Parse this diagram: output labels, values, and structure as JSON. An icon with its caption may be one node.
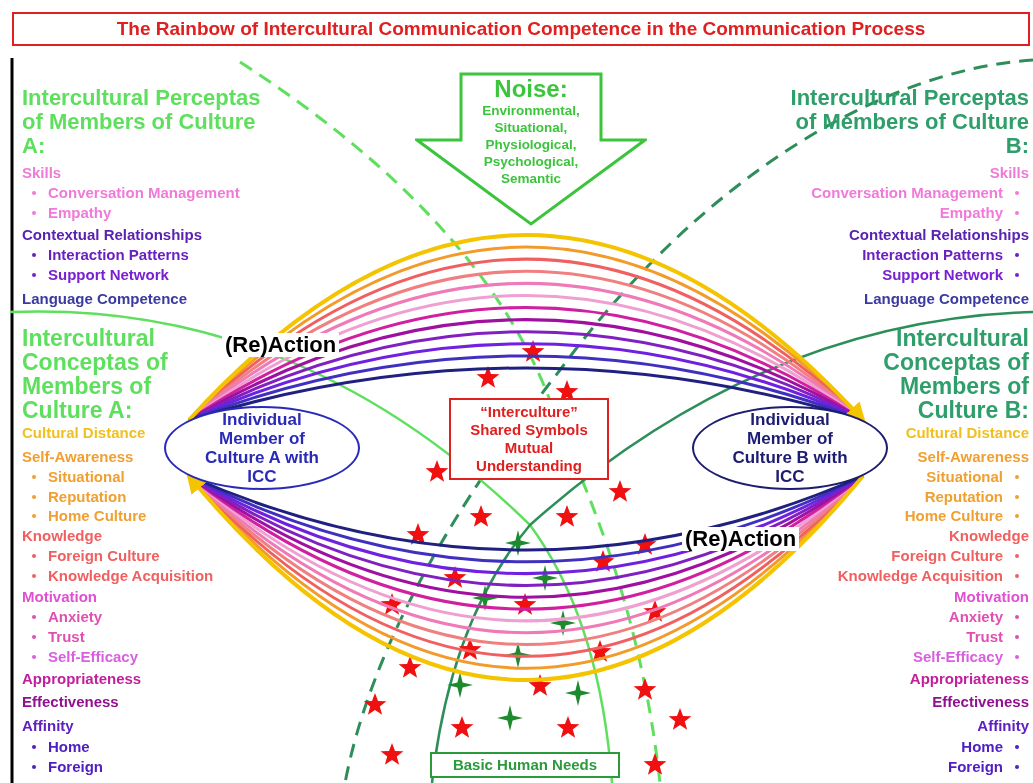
{
  "diagram": {
    "title": "The Rainbow of Intercultural Communication Competence in the Communication Process",
    "nodes": [
      {
        "text": [
          "Noise:",
          "Environmental, Situational, Physiological, Psychological, Semantic"
        ]
      },
      {
        "text": [
          "Individual Member of Culture A with ICC"
        ]
      },
      {
        "text": [
          "Individual Member of Culture B with ICC"
        ]
      },
      {
        "text": [
          "“Interculture” Shared Symbols Mutual Understanding"
        ]
      },
      {
        "text": [
          "Basic Human Needs"
        ]
      }
    ],
    "edges": [
      {
        "from": 1,
        "to": 2,
        "arrow": "to",
        "label": "(Re)Action"
      },
      {
        "from": 2,
        "to": 1,
        "arrow": "to",
        "label": "(Re)Action"
      }
    ],
    "labels": [
      "Intercultural Perceptas of Members of Culture A:",
      "Skills",
      "Conversation Management",
      "Empathy",
      "Contextual Relationships",
      "Interaction Patterns",
      "Support Network",
      "Language Competence",
      "Intercultural Conceptas of Members of Culture A:",
      "Cultural Distance",
      "Self-Awareness",
      "Situational",
      "Reputation",
      "Home Culture",
      "Knowledge",
      "Foreign Culture",
      "Knowledge Acquisition",
      "Motivation",
      "Anxiety",
      "Trust",
      "Self-Efficacy",
      "Appropriateness",
      "Effectiveness",
      "Affinity",
      "Home",
      "Foreign",
      "Intercultural Perceptas of Members of Culture B:",
      "Skills",
      "Conversation Management",
      "Empathy",
      "Contextual Relationships",
      "Interaction Patterns",
      "Support Network",
      "Language Competence",
      "Intercultural Conceptas of Members of Culture B:",
      "Cultural Distance",
      "Self-Awareness",
      "Situational",
      "Reputation",
      "Home Culture",
      "Knowledge",
      "Foreign Culture",
      "Knowledge Acquisition",
      "Motivation",
      "Anxiety",
      "Trust",
      "Self-Efficacy",
      "Appropriateness",
      "Effectiveness",
      "Affinity",
      "Home",
      "Foreign"
    ]
  }
}
